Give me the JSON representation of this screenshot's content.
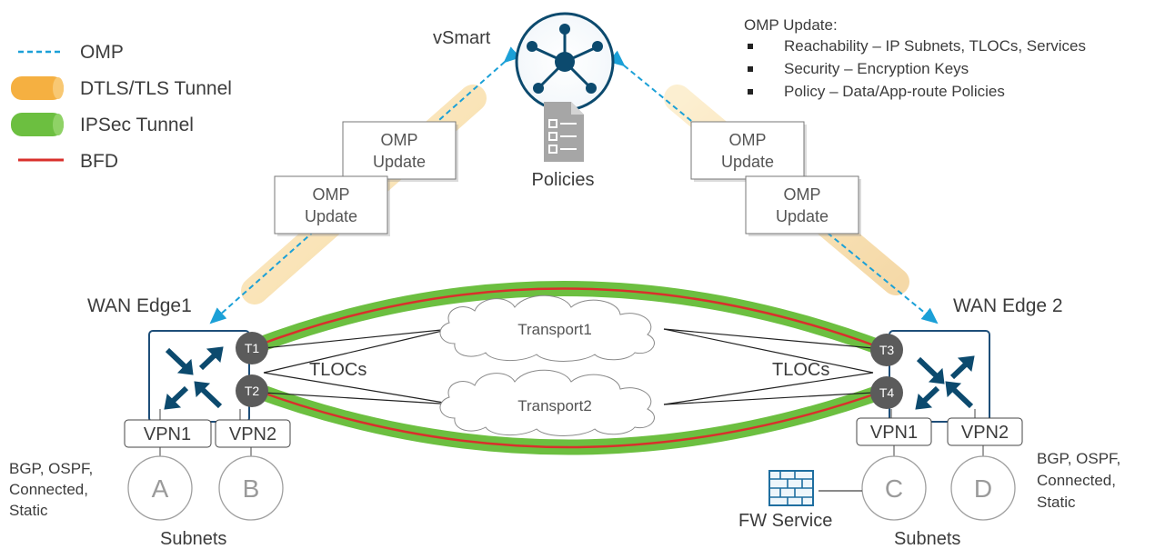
{
  "colors": {
    "omp": "#1ba0d7",
    "dtls_tunnel": "#f4b942",
    "ipsec_tunnel": "#6bbf3f",
    "bfd": "#d9302c",
    "router_blue": "#0c4a6e",
    "device_border": "#1e4e79",
    "tloc_circle": "#5b5b5b",
    "gray_text": "#3c3c3c"
  },
  "legend": [
    {
      "label": "OMP",
      "icon": "dashed-line"
    },
    {
      "label": "DTLS/TLS Tunnel",
      "icon": "orange-tube"
    },
    {
      "label": "IPSec Tunnel",
      "icon": "green-tube"
    },
    {
      "label": "BFD",
      "icon": "red-line"
    }
  ],
  "controller": {
    "label": "vSmart",
    "icon": "hub-icon",
    "policies_label": "Policies",
    "policies_icon": "document-checklist-icon"
  },
  "update_info": {
    "title": "OMP Update:",
    "bullets": [
      "Reachability – IP Subnets, TLOCs, Services",
      "Security – Encryption Keys",
      "Policy – Data/App-route Policies"
    ]
  },
  "omp_update_boxes": [
    {
      "line1": "OMP",
      "line2": "Update"
    },
    {
      "line1": "OMP",
      "line2": "Update"
    },
    {
      "line1": "OMP",
      "line2": "Update"
    },
    {
      "line1": "OMP",
      "line2": "Update"
    }
  ],
  "edge1": {
    "label": "WAN Edge1",
    "tlocs": [
      "T1",
      "T2"
    ],
    "tloc_label": "TLOCs",
    "vpns": [
      "VPN1",
      "VPN2"
    ],
    "subnets": [
      "A",
      "B"
    ],
    "protocols": [
      "BGP, OSPF,",
      "Connected,",
      "Static"
    ],
    "subnets_label": "Subnets"
  },
  "edge2": {
    "label": "WAN Edge 2",
    "tlocs": [
      "T3",
      "T4"
    ],
    "tloc_label": "TLOCs",
    "vpns": [
      "VPN1",
      "VPN2"
    ],
    "subnets": [
      "C",
      "D"
    ],
    "protocols": [
      "BGP, OSPF,",
      "Connected,",
      "Static"
    ],
    "subnets_label": "Subnets",
    "fw_label": "FW Service"
  },
  "transports": [
    "Transport1",
    "Transport2"
  ]
}
